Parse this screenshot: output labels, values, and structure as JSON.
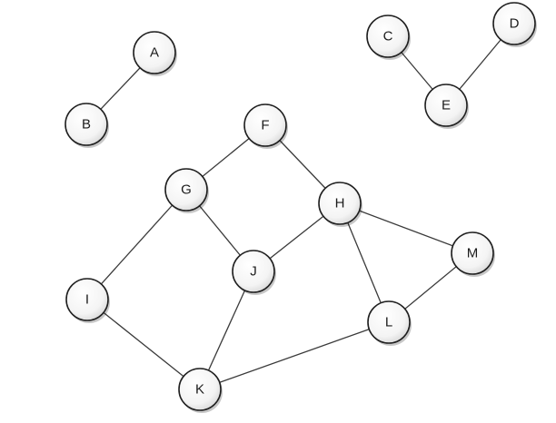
{
  "graph": {
    "node_fill": "#ffffff",
    "edge_color": "#3a3a3a",
    "nodes": [
      {
        "id": "A",
        "label": "A"
      },
      {
        "id": "B",
        "label": "B"
      },
      {
        "id": "C",
        "label": "C"
      },
      {
        "id": "D",
        "label": "D"
      },
      {
        "id": "E",
        "label": "E"
      },
      {
        "id": "F",
        "label": "F"
      },
      {
        "id": "G",
        "label": "G"
      },
      {
        "id": "H",
        "label": "H"
      },
      {
        "id": "I",
        "label": "I"
      },
      {
        "id": "J",
        "label": "J"
      },
      {
        "id": "K",
        "label": "K"
      },
      {
        "id": "L",
        "label": "L"
      },
      {
        "id": "M",
        "label": "M"
      }
    ],
    "edges": [
      [
        "A",
        "B"
      ],
      [
        "C",
        "E"
      ],
      [
        "D",
        "E"
      ],
      [
        "F",
        "G"
      ],
      [
        "F",
        "H"
      ],
      [
        "G",
        "I"
      ],
      [
        "G",
        "J"
      ],
      [
        "H",
        "J"
      ],
      [
        "H",
        "L"
      ],
      [
        "H",
        "M"
      ],
      [
        "M",
        "L"
      ],
      [
        "I",
        "K"
      ],
      [
        "J",
        "K"
      ],
      [
        "K",
        "L"
      ]
    ]
  }
}
